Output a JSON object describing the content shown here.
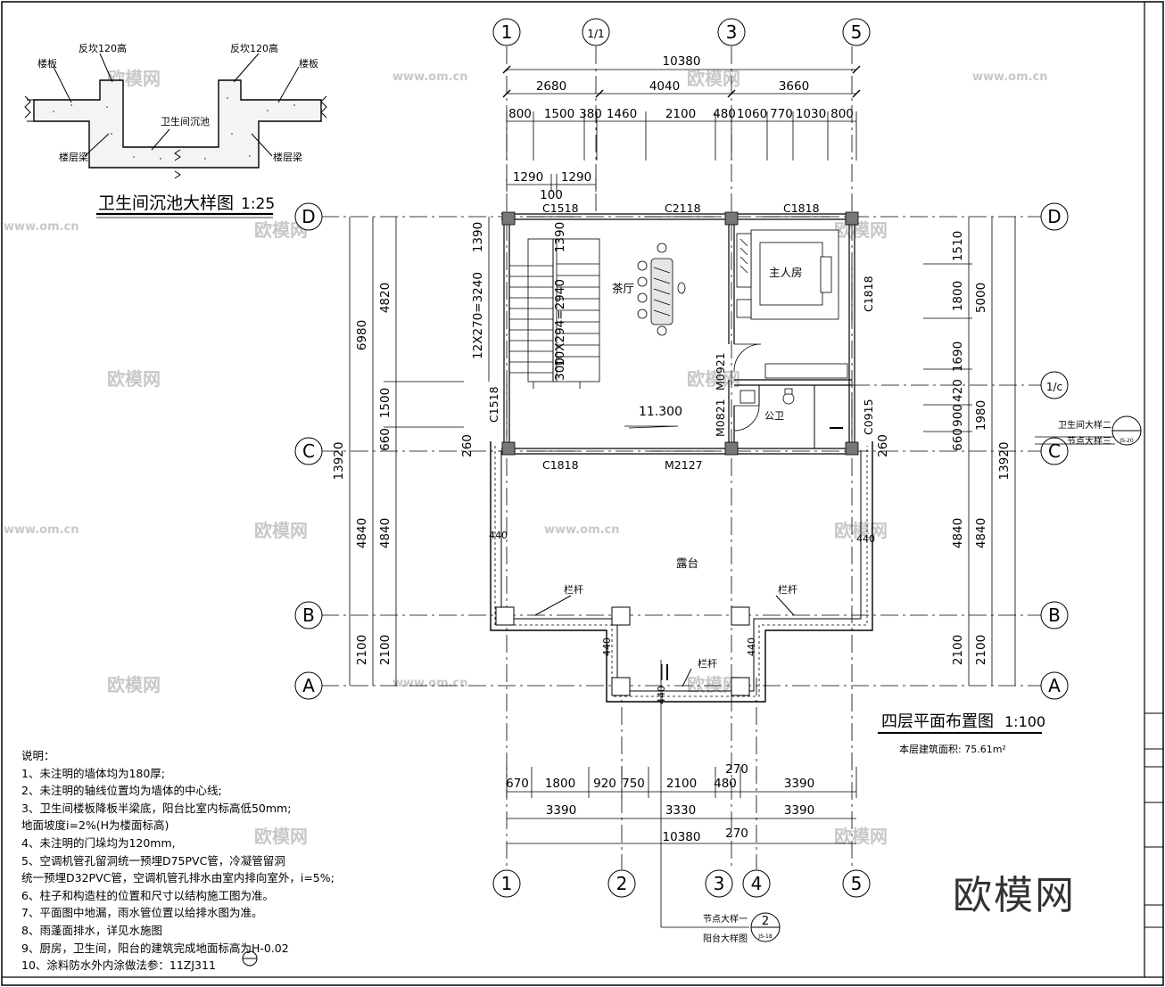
{
  "grid": {
    "top": [
      "1",
      "1/1",
      "3",
      "5"
    ],
    "bottom": [
      "1",
      "2",
      "3",
      "4",
      "5"
    ],
    "rows": [
      "D",
      "C",
      "B",
      "A"
    ],
    "sub_c": "1/c"
  },
  "top_dims": {
    "total": "10380",
    "row2": [
      "2680",
      "4040",
      "3660"
    ],
    "row3": [
      "800",
      "1500",
      "380",
      "1460",
      "2100",
      "480",
      "1060",
      "770",
      "1030",
      "800"
    ],
    "row4": [
      "1290",
      "1290"
    ],
    "small": "100"
  },
  "bottom_dims": {
    "row1": [
      "670",
      "1800",
      "920",
      "750",
      "2100",
      "480",
      "3390"
    ],
    "row2": [
      "3390",
      "3330",
      "3390"
    ],
    "total": "10380",
    "small": [
      "270",
      "270"
    ]
  },
  "left_dims": {
    "outer": [
      "6980",
      "4840",
      "2100"
    ],
    "inner": [
      "4820",
      "1500",
      "660",
      "4840",
      "2100"
    ],
    "total": "13920",
    "stair": "12X270=3240",
    "stair2": "1390",
    "stair3": "1390",
    "stair4": "10X294=2940",
    "stair5": "300",
    "col260": "260"
  },
  "right_dims": {
    "inner": [
      "1510",
      "1800",
      "1690",
      "420",
      "900",
      "660",
      "4840",
      "2100"
    ],
    "outer": [
      "5000",
      "1980",
      "4840",
      "2100"
    ],
    "total": "13920",
    "col260": "260"
  },
  "labels": {
    "tea_room": "茶厅",
    "master": "主人房",
    "toilet": "公卫",
    "terrace": "露台",
    "railing1": "栏杆",
    "railing2": "栏杆",
    "railing3": "栏杆",
    "elev": "11.300",
    "d440a": "440",
    "d440b": "440",
    "d440c": "440",
    "d440d": "440",
    "d440e": "440"
  },
  "windows": {
    "c1518_top": "C1518",
    "c2118": "C2118",
    "c1818_top": "C1818",
    "c1818_right": "C1818",
    "c1518_left": "C1518",
    "c0915": "C0915",
    "m0921": "M0921",
    "m0821": "M0821",
    "c1818_bottom": "C1818",
    "m2127": "M2127"
  },
  "detail": {
    "title": "卫生间沉池大样图",
    "scale": "1:25",
    "anti1": "反坎120高",
    "anti2": "反坎120高",
    "slab1": "楼板",
    "slab2": "楼板",
    "pit": "卫生间沉池",
    "beam1": "楼层梁",
    "beam2": "楼层梁"
  },
  "plan": {
    "title": "四层平面布置图",
    "scale": "1:100",
    "area_label": "本层建筑面积: 75.61m²"
  },
  "refs": {
    "detail2": "卫生间大样二",
    "detail3": "节点大样三",
    "ref_sheet": "JS-20",
    "detail1": "节点大样一",
    "balcony": "阳台大样图",
    "ref_num": "2",
    "ref_sheet2": "JS-18"
  },
  "notes": {
    "title": "说明：",
    "items": [
      "1、未注明的墙体均为180厚;",
      "2、未注明的轴线位置均为墙体的中心线;",
      "3、卫生间楼板降板半梁底，阳台比室内标高低50mm;",
      "   地面坡度i=2%(H为楼面标高)",
      "4、未注明的门垛均为120mm,",
      "5、空调机管孔留洞统一预埋D75PVC管，冷凝管留洞",
      "   统一预埋D32PVC管，空调机管孔排水由室内排向室外，i=5%;",
      "6、柱子和构造柱的位置和尺寸以结构施工图为准。",
      "7、平面图中地漏，雨水管位置以给排水图为准。",
      "8、雨蓬面排水，详见水施图",
      "9、厨房，卫生间，阳台的建筑完成地面标高为H-0.02",
      "10、涂料防水外内涂做法参：11ZJ311"
    ]
  },
  "watermark": {
    "text": "欧模网",
    "url": "www.om.cn"
  },
  "brand": "欧模网"
}
